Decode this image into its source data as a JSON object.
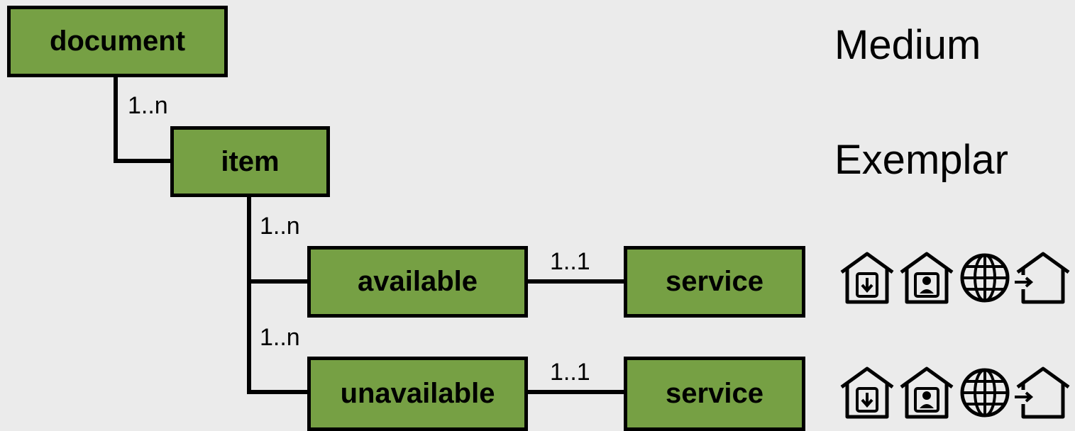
{
  "colors": {
    "box_fill": "#76a044",
    "border": "#000000",
    "background": "#ebebeb"
  },
  "nodes": {
    "document": "document",
    "item": "item",
    "available": "available",
    "unavailable": "unavailable",
    "service_available": "service",
    "service_unavailable": "service"
  },
  "cardinalities": {
    "document_item": "1..n",
    "item_available": "1..n",
    "item_unavailable": "1..n",
    "available_service": "1..1",
    "unavailable_service": "1..1"
  },
  "side_labels": {
    "medium": "Medium",
    "exemplar": "Exemplar"
  },
  "icon_rows": [
    [
      "house-download-icon",
      "house-person-icon",
      "globe-icon",
      "house-enter-icon"
    ],
    [
      "house-download-icon",
      "house-person-icon",
      "globe-icon",
      "house-enter-icon"
    ]
  ]
}
